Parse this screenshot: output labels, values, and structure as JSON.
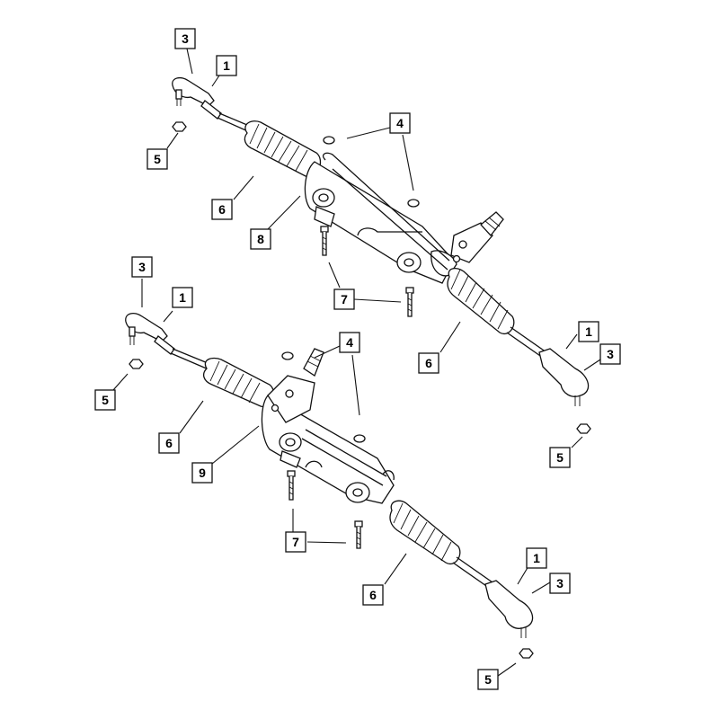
{
  "callouts": {
    "top_tie_end_left": "1",
    "top_tie_end_left_3": "3",
    "top_nut_left": "5",
    "top_boot_left": "6",
    "top_gear_label": "8",
    "top_bushing": "4",
    "top_bolt": "7",
    "top_boot_right": "6",
    "top_tie_end_right": "1",
    "top_tie_end_right_3": "3",
    "top_nut_right": "5",
    "bot_tie_end_left": "1",
    "bot_tie_end_left_3": "3",
    "bot_nut_left": "5",
    "bot_boot_left": "6",
    "bot_gear_label": "9",
    "bot_bushing": "4",
    "bot_bolt": "7",
    "bot_boot_right": "6",
    "bot_tie_end_right": "1",
    "bot_tie_end_right_3": "3",
    "bot_nut_right": "5"
  }
}
